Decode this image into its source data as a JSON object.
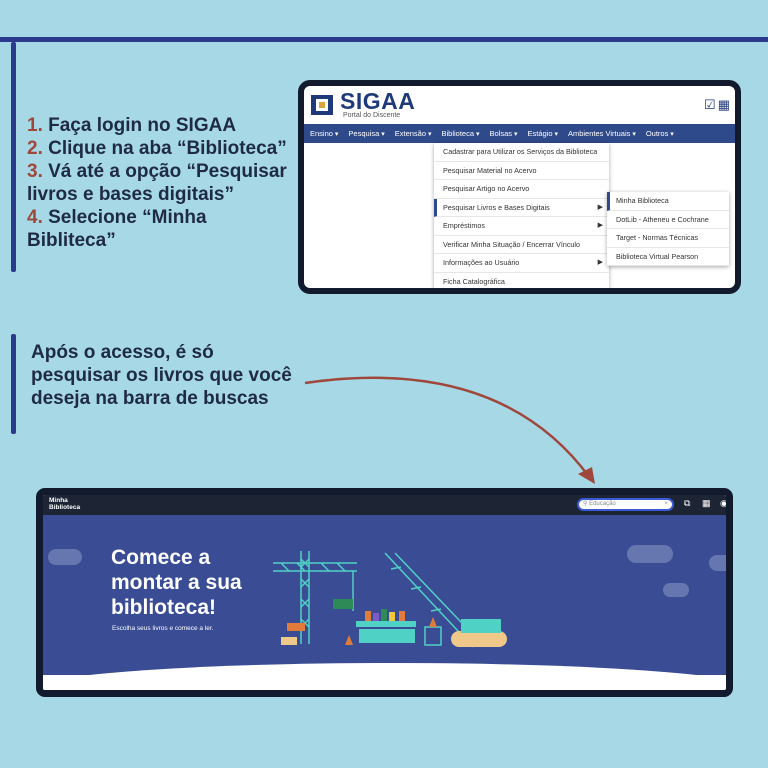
{
  "steps": [
    {
      "num": "1.",
      "text": " Faça login no SIGAA"
    },
    {
      "num": "2.",
      "text": " Clique na aba “Biblioteca”"
    },
    {
      "num": "3.",
      "text": " Vá até a opção “Pesquisar livros e bases digitais”"
    },
    {
      "num": "4.",
      "text": " Selecione “Minha Bibliteca”"
    }
  ],
  "after_text": "Após o acesso, é só pesquisar os livros que você deseja na barra de buscas",
  "sigaa": {
    "title": "SIGAA",
    "subtitle": "Portal do Discente",
    "icons": [
      "check-icon",
      "grid-icon"
    ],
    "nav": [
      "Ensino",
      "Pesquisa",
      "Extensão",
      "Biblioteca",
      "Bolsas",
      "Estágio",
      "Ambientes Virtuais",
      "Outros"
    ],
    "menu": [
      "Cadastrar para Utilizar os Serviços da Biblioteca",
      "Pesquisar Material no Acervo",
      "Pesquisar Artigo no Acervo",
      "Pesquisar Livros e Bases Digitais",
      "Empréstimos",
      "Verificar Minha Situação / Encerrar Vínculo",
      "Informações ao Usuário",
      "Ficha Catalográfica"
    ],
    "submenu": [
      "Minha Biblioteca",
      "DotLib - Atheneu e Cochrane",
      "Target - Normas Técnicas",
      "Biblioteca Virtual Pearson"
    ]
  },
  "minha": {
    "logo_line1": "Minha",
    "logo_line2": "Biblioteca",
    "search_placeholder": "Educação",
    "heading_line1": "Comece a",
    "heading_line2": "montar a sua",
    "heading_line3": "biblioteca!",
    "sub": "Escolha seus livros e comece a ler."
  },
  "colors": {
    "background": "#a6d8e6",
    "accent": "#2b3a8c",
    "step_number": "#a0473b",
    "hero": "#3a4d94"
  }
}
